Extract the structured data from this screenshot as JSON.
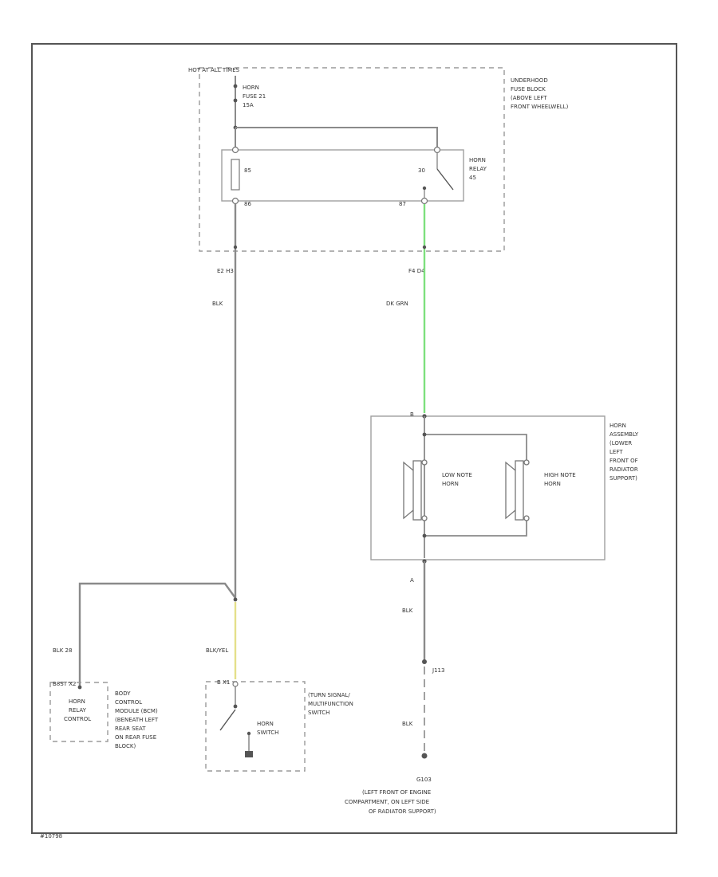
{
  "colors": {
    "wire_gray": "#8a8a8a",
    "wire_green": "#7de07d",
    "wire_yellow": "#e4e08a"
  },
  "labels": {
    "hot_at": "HOT AT ALL TIMES",
    "fuse": [
      "HORN",
      "FUSE 21",
      "15A"
    ],
    "ufb": [
      "UNDERHOOD",
      "FUSE BLOCK",
      "(ABOVE LEFT",
      "FRONT WHEELWELL)"
    ],
    "relay_name": [
      "HORN",
      "RELAY",
      "45"
    ],
    "pin_86": "86",
    "pin_85": "85",
    "pin_30": "30",
    "pin_87": "87",
    "conn_left": "E2   H3",
    "conn_right": "F4  D4",
    "wire_blk_top": "BLK",
    "wire_dkgrn": "DK GRN",
    "horn_assy": [
      "HORN",
      "ASSEMBLY",
      "(LOWER",
      "LEFT",
      "FRONT OF",
      "RADIATOR",
      "SUPPORT)"
    ],
    "low_note": [
      "LOW NOTE",
      "HORN"
    ],
    "high_note": [
      "HIGH NOTE",
      "HORN"
    ],
    "pin_b_top": "B",
    "pin_a_bottom": "A",
    "wire_blk_mid": "BLK",
    "wire_blk_28": "BLK  28",
    "wire_blkyel": "BLK/YEL",
    "bcm_pins": "B8ST  X2",
    "bcm_box": [
      "HORN",
      "RELAY",
      "CONTROL"
    ],
    "bcm_name": [
      "BODY",
      "CONTROL",
      "MODULE (BCM)",
      "(BENEATH LEFT",
      "REAR SEAT",
      "ON REAR FUSE",
      "BLOCK)"
    ],
    "switch_pin": "B  X1",
    "turn_switch": [
      "(TURN SIGNAL/",
      "MULTIFUNCTION",
      "SWITCH"
    ],
    "horn_switch": [
      "HORN",
      "SWITCH"
    ],
    "j_label": "J113",
    "wire_blk_low": "BLK",
    "ground_id": "G103",
    "ground_loc": [
      "(LEFT FRONT OF ENGINE",
      "COMPARTMENT, ON LEFT SIDE",
      "OF RADIATOR SUPPORT)"
    ],
    "fig_id": "#10798"
  }
}
